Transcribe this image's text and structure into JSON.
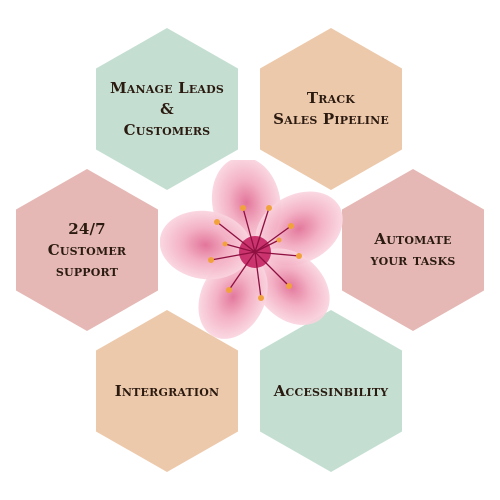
{
  "colors": {
    "green": "#c4dfd2",
    "peach": "#edc9ab",
    "pink": "#e5b8b5",
    "flower_petal": "#f2a9bf",
    "flower_center": "#c2185b",
    "stamen_tip": "#f2a23a"
  },
  "hexagons": {
    "manage_leads": {
      "line1": "Manage Leads",
      "line2": "&",
      "line3": "Customers"
    },
    "track_sales": {
      "line1": "Track",
      "line2": "Sales Pipeline"
    },
    "support": {
      "line1": "24/7",
      "line2": "Customer",
      "line3": "support"
    },
    "automate": {
      "line1": "Automate",
      "line2": "your tasks"
    },
    "integration": {
      "line1": "Intergration"
    },
    "accessibility": {
      "line1": "Accessinbility"
    }
  },
  "center_image": {
    "icon": "cherry-blossom-flower"
  }
}
